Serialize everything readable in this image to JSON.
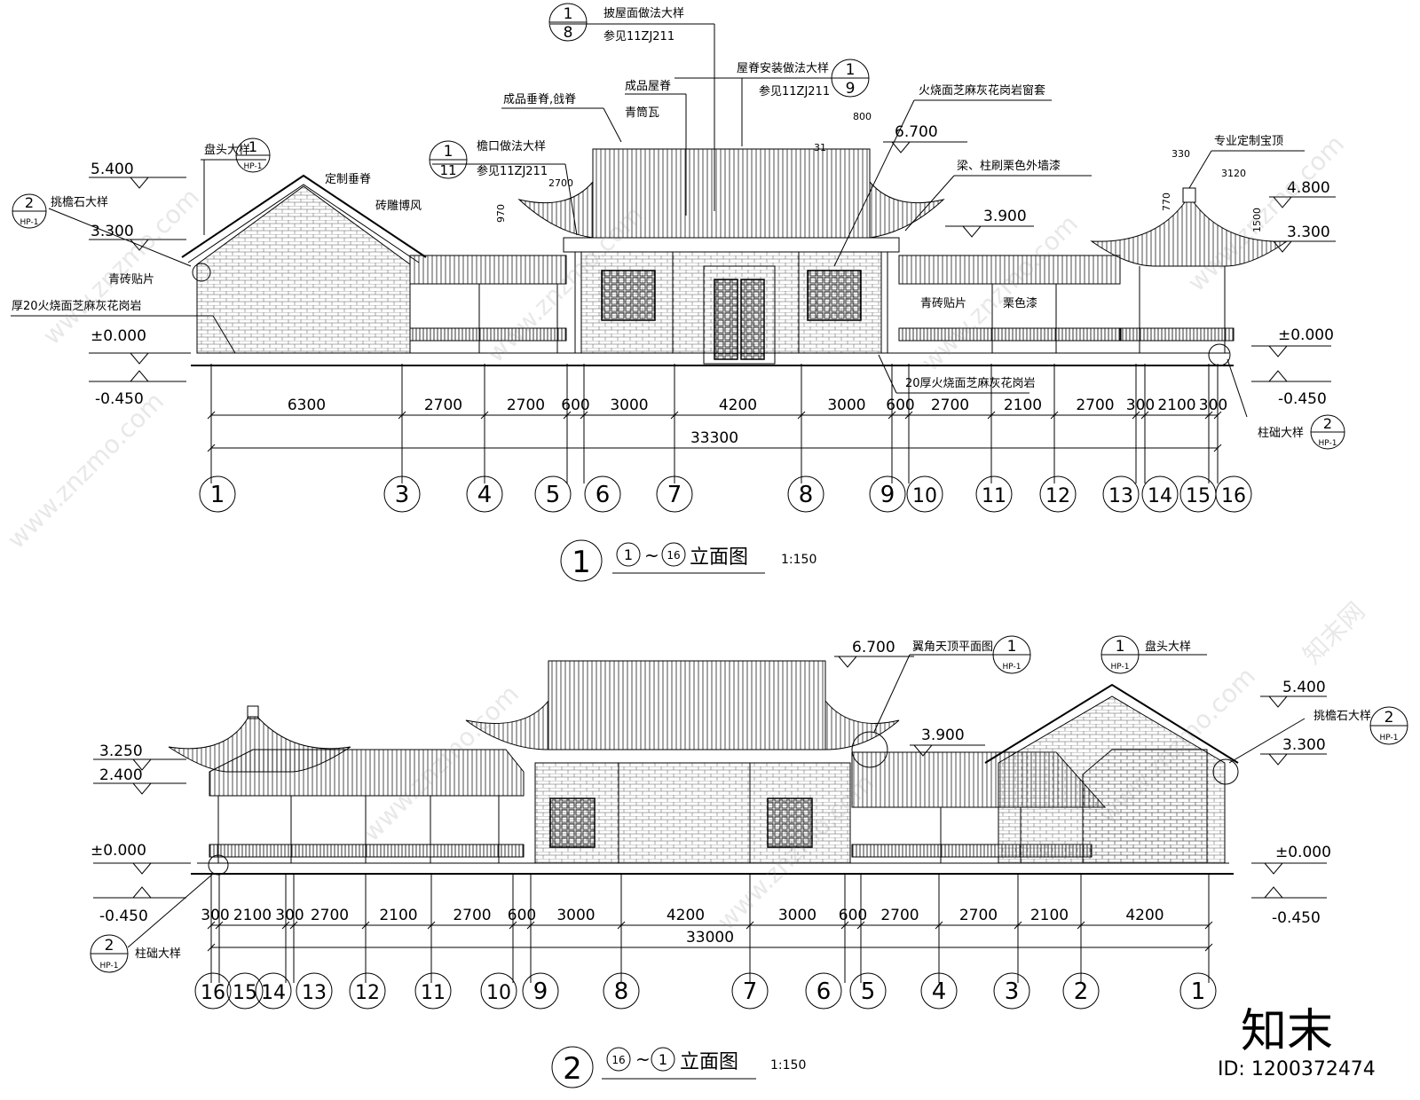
{
  "elevation1": {
    "caption": {
      "num": "1",
      "from": "1",
      "to": "16",
      "title": "立面图",
      "scale": "1:150"
    },
    "levels": {
      "l_5400": "5.400",
      "l_3300_left": "3.300",
      "l_0_left": "±0.000",
      "l_m450_left": "-0.450",
      "l_6700": "6.700",
      "l_3900": "3.900",
      "l_4800": "4.800",
      "l_3300_right": "3.300",
      "l_0_right": "±0.000",
      "l_m450_right": "-0.450"
    },
    "spans": [
      "6300",
      "2700",
      "2700",
      "600",
      "3000",
      "4200",
      "3000",
      "600",
      "2700",
      "2100",
      "2700",
      "300",
      "2100",
      "300"
    ],
    "total": "33300",
    "axes": [
      "1",
      "3",
      "4",
      "5",
      "6",
      "7",
      "8",
      "9",
      "10",
      "11",
      "12",
      "13",
      "14",
      "15",
      "16"
    ],
    "small_dims": {
      "d800": "800",
      "d2700": "2700",
      "d970": "970",
      "d330": "330",
      "d3120": "3120",
      "d770": "770",
      "d1500": "1500",
      "d31": "31"
    },
    "notes": {
      "n1_l1": "披屋面做法大样",
      "n1_l2": "参见11ZJ211",
      "n1_top": "1",
      "n1_bot": "8",
      "n2_l1": "屋脊安装做法大样",
      "n2_l2": "参见11ZJ211",
      "n2_top": "1",
      "n2_bot": "9",
      "n3_l1": "檐口做法大样",
      "n3_l2": "参见11ZJ211",
      "n3_top": "1",
      "n3_bot": "11",
      "n4_l1": "盘头大样",
      "n4_top": "1",
      "n4_bot": "HP-1",
      "n5_l1": "挑檐石大样",
      "n5_top": "2",
      "n5_bot": "HP-1",
      "n6_l1": "柱础大样",
      "n6_top": "2",
      "n6_bot": "HP-1",
      "t_chuixi": "成品垂脊,戗脊",
      "t_wuji": "成品屋脊",
      "t_qingtong": "青筒瓦",
      "t_dingzhi": "定制垂脊",
      "t_zhuandiao": "砖雕博风",
      "t_qingzhuan1": "青砖贴片",
      "t_hou20": "厚20火烧面芝麻灰花岗岩",
      "t_huoshao": "火烧面芝麻灰花岗岩窗套",
      "t_liangzhu": "梁、柱刷栗色外墙漆",
      "t_qingzhuan2": "青砖贴片",
      "t_lise": "栗色漆",
      "t_20hou": "20厚火烧面芝麻灰花岗岩",
      "t_baoding": "专业定制宝顶"
    }
  },
  "elevation2": {
    "caption": {
      "num": "2",
      "from": "16",
      "to": "1",
      "title": "立面图",
      "scale": "1:150"
    },
    "levels": {
      "l_6700": "6.700",
      "l_3900": "3.900",
      "l_5400": "5.400",
      "l_3300": "3.300",
      "l_3250": "3.250",
      "l_2400": "2.400",
      "l_0_left": "±0.000",
      "l_m450_left": "-0.450",
      "l_0_right": "±0.000",
      "l_m450_right": "-0.450"
    },
    "spans": [
      "300",
      "2100",
      "300",
      "2700",
      "2100",
      "2700",
      "600",
      "3000",
      "4200",
      "3000",
      "600",
      "2700",
      "2700",
      "2100",
      "4200"
    ],
    "total": "33000",
    "axes": [
      "16",
      "15",
      "14",
      "13",
      "12",
      "11",
      "10",
      "9",
      "8",
      "7",
      "6",
      "5",
      "4",
      "3",
      "2",
      "1"
    ],
    "notes": {
      "n1_l1": "翼角天顶平面图",
      "n1_top": "1",
      "n1_bot": "HP-1",
      "n2_l1": "盘头大样",
      "n2_top": "1",
      "n2_bot": "HP-1",
      "n3_l1": "挑檐石大样",
      "n3_top": "2",
      "n3_bot": "HP-1",
      "n4_l1": "柱础大样",
      "n4_top": "2",
      "n4_bot": "HP-1"
    }
  },
  "watermark": {
    "logo": "知末",
    "id": "ID: 1200372474",
    "site": "www.znzmo.com",
    "site2": "知末网"
  }
}
